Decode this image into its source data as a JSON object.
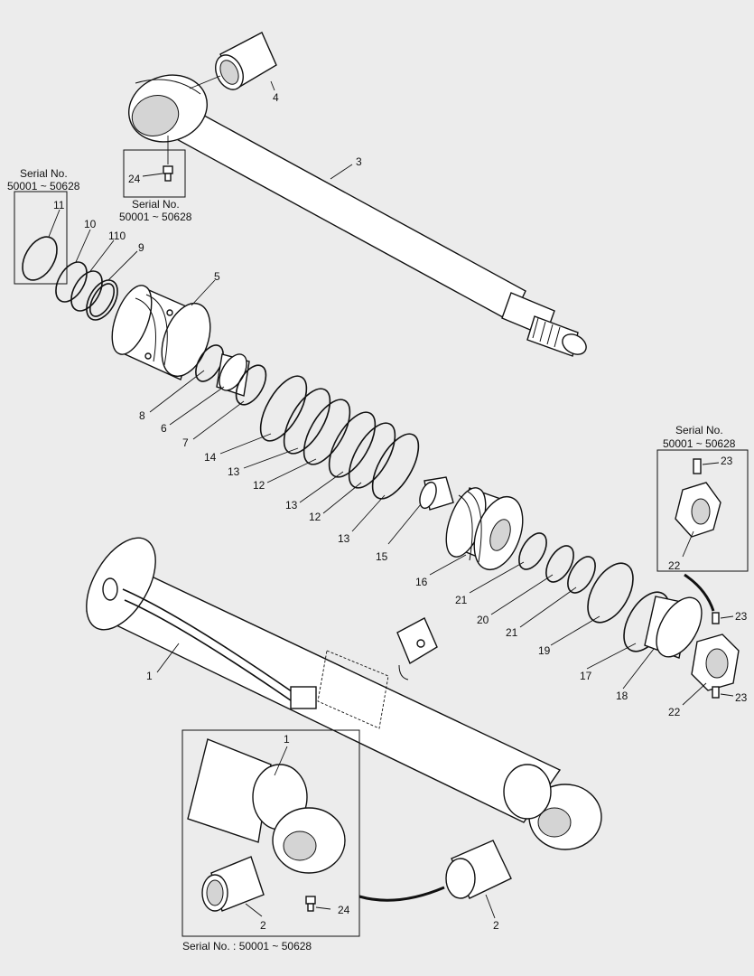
{
  "labels": [
    {
      "text": "4"
    },
    {
      "text": "3"
    },
    {
      "text": "24"
    },
    {
      "text": "11"
    },
    {
      "text": "10"
    },
    {
      "text": "110"
    },
    {
      "text": "9"
    },
    {
      "text": "5"
    },
    {
      "text": "8"
    },
    {
      "text": "6"
    },
    {
      "text": "7"
    },
    {
      "text": "14"
    },
    {
      "text": "13"
    },
    {
      "text": "12"
    },
    {
      "text": "13"
    },
    {
      "text": "12"
    },
    {
      "text": "13"
    },
    {
      "text": "15"
    },
    {
      "text": "16"
    },
    {
      "text": "21"
    },
    {
      "text": "20"
    },
    {
      "text": "21"
    },
    {
      "text": "19"
    },
    {
      "text": "17"
    },
    {
      "text": "18"
    },
    {
      "text": "22"
    },
    {
      "text": "23"
    },
    {
      "text": "23"
    },
    {
      "text": "23"
    },
    {
      "text": "22"
    },
    {
      "text": "1"
    },
    {
      "text": "1"
    },
    {
      "text": "2"
    },
    {
      "text": "24"
    },
    {
      "text": "2"
    }
  ],
  "serial_notes": {
    "left_top": "Serial No.",
    "left_range": "50001 ~ 50628",
    "grease_top": "Serial No.",
    "grease_range": "50001 ~ 50628",
    "nut_top": "Serial No.",
    "nut_range": "50001 ~ 50628",
    "bottom": "Serial No. : 50001 ~ 50628"
  }
}
